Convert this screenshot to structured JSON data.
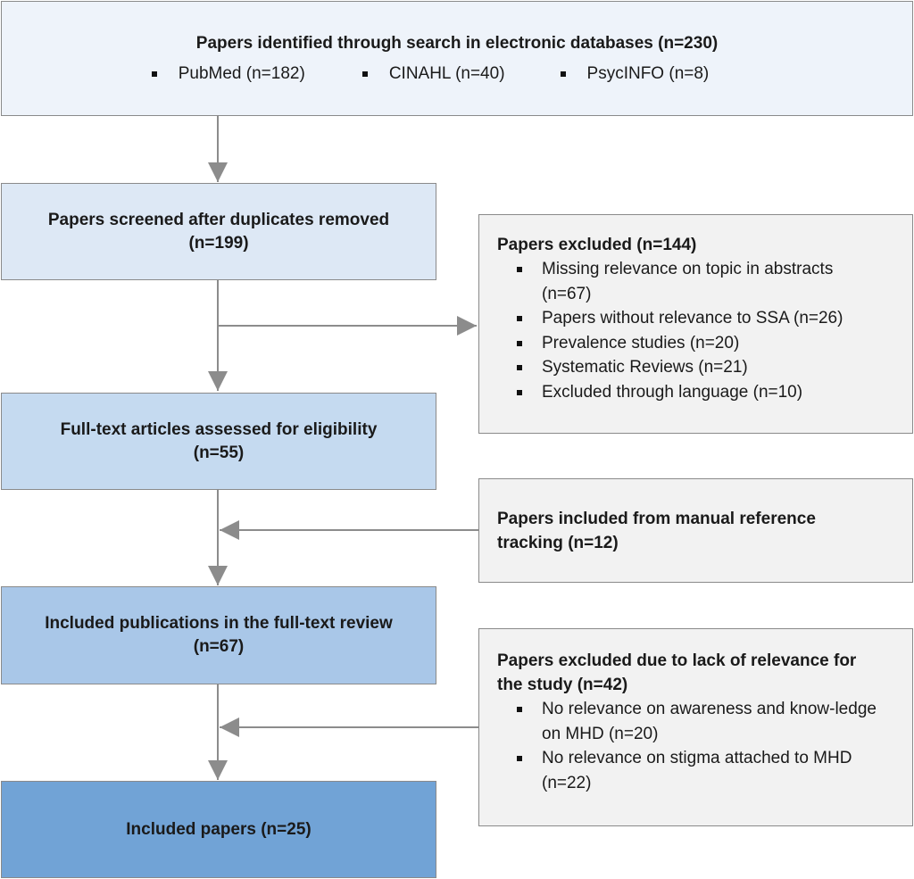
{
  "identification": {
    "title": "Papers identified through search in electronic databases (n=230)",
    "sources": [
      "PubMed (n=182)",
      "CINAHL (n=40)",
      "PsycINFO (n=8)"
    ]
  },
  "screened": {
    "line1": "Papers screened after duplicates removed",
    "line2": "(n=199)"
  },
  "excluded_1": {
    "title": "Papers excluded (n=144)",
    "items": [
      "Missing relevance on topic in abstracts (n=67)",
      "Papers without relevance to SSA (n=26)",
      "Prevalence studies (n=20)",
      "Systematic Reviews (n=21)",
      "Excluded through language (n=10)"
    ]
  },
  "fulltext": {
    "line1": "Full-text articles assessed for eligibility",
    "line2": "(n=55)"
  },
  "manual": {
    "title": "Papers included from manual reference tracking (n=12)"
  },
  "included_review": {
    "line1": "Included publications in the full-text review",
    "line2": "(n=67)"
  },
  "excluded_2": {
    "title": "Papers excluded due to lack of relevance for the study (n=42)",
    "items": [
      "No relevance on awareness and know-ledge on MHD (n=20)",
      "No relevance on stigma attached to MHD (n=22)"
    ]
  },
  "final": {
    "label": "Included papers (n=25)"
  },
  "colors": {
    "box1": "#eef3fa",
    "box2": "#dde8f5",
    "box3": "#c5daf0",
    "box4": "#a9c7e8",
    "box5": "#71a3d6",
    "side": "#f2f2f2",
    "connector": "#8c8c8c"
  }
}
